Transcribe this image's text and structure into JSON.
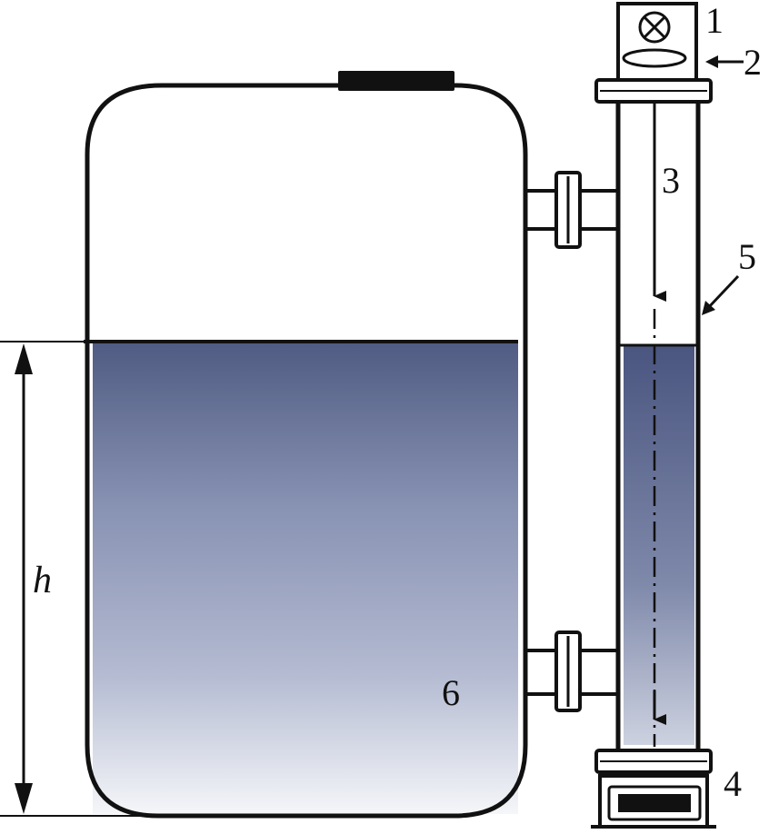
{
  "labels": {
    "one": "1",
    "two": "2",
    "three": "3",
    "four": "4",
    "five": "5",
    "six": "6",
    "height": "h"
  },
  "colors": {
    "stroke": "#111111",
    "liquid_top": "#4f5b82",
    "liquid_mid": "#98a2bf",
    "liquid_bottom": "#f3f4f8",
    "tube_top": "#4a5580",
    "tube_bottom": "#c9cfdf"
  }
}
